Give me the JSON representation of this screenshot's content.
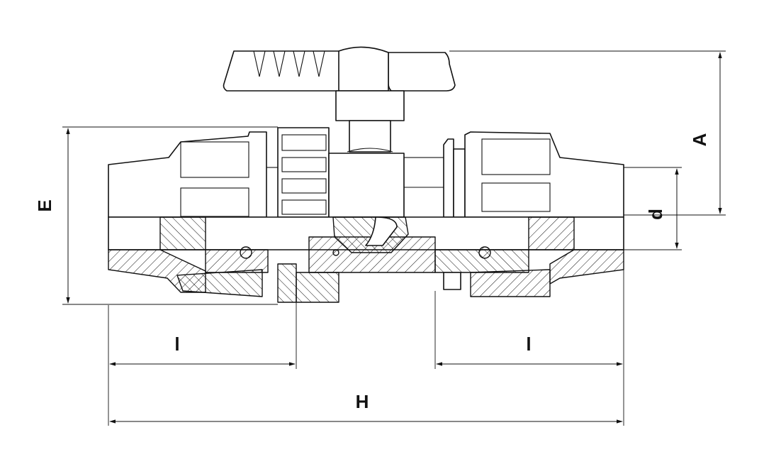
{
  "dimensions": {
    "A": "A",
    "d": "d",
    "E": "E",
    "H": "H",
    "l_left": "l",
    "l_right": "l"
  },
  "colors": {
    "line": "#111111",
    "background": "#ffffff"
  }
}
